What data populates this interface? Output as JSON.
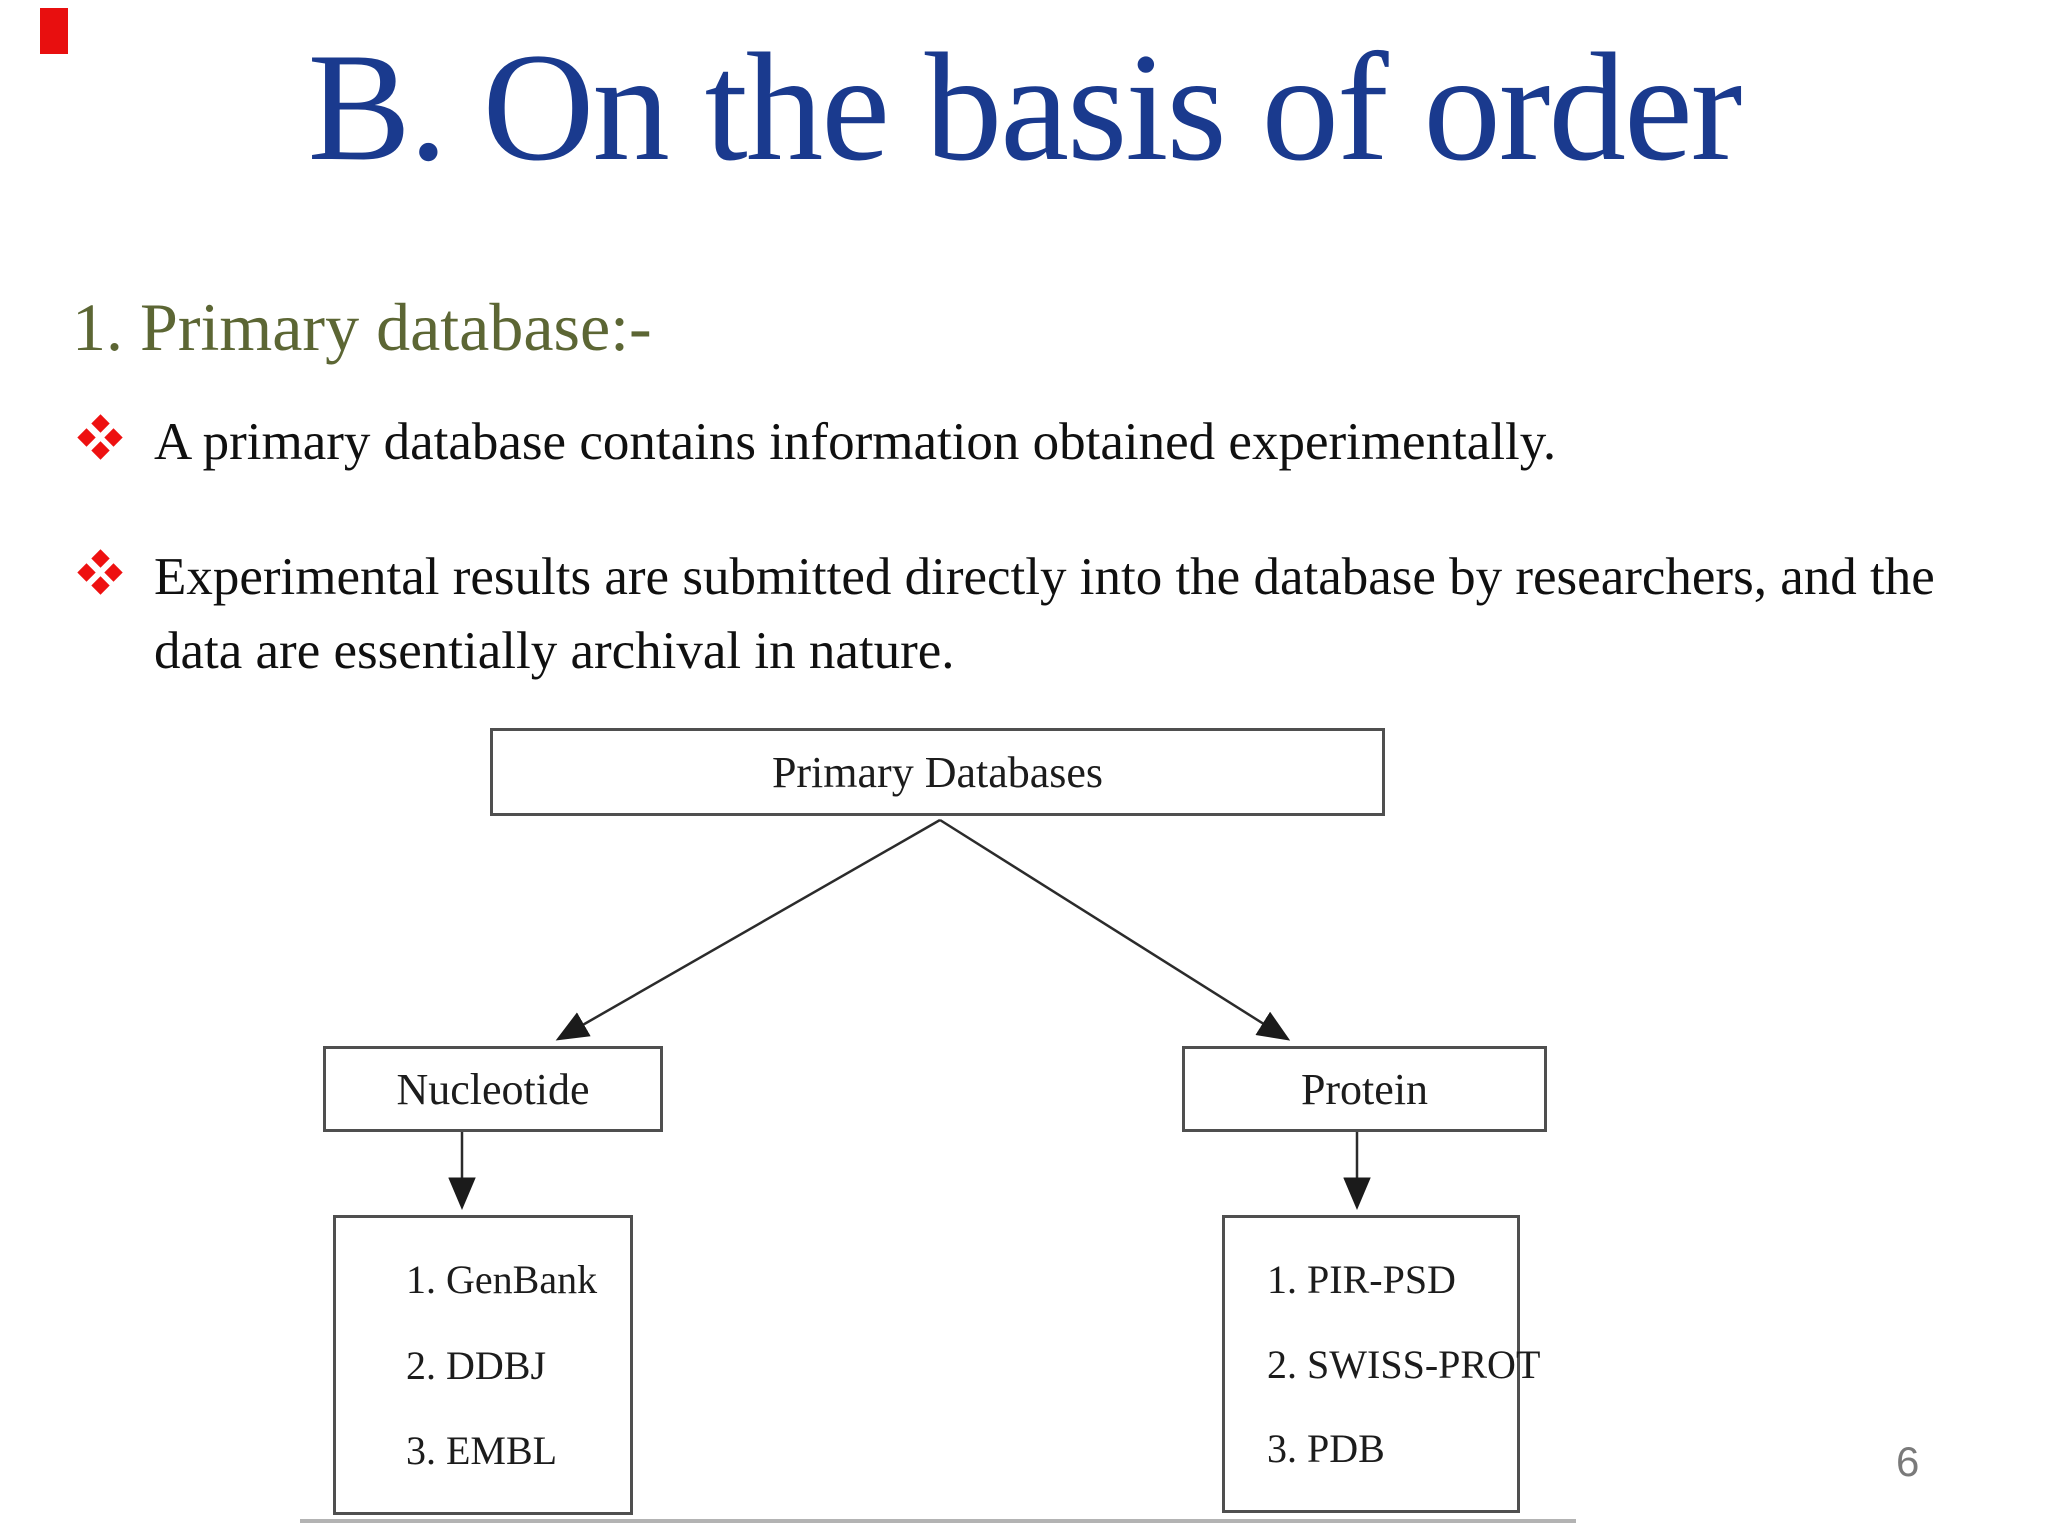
{
  "slide": {
    "title": "B. On the basis of order",
    "page_number": "6"
  },
  "section": {
    "heading": "1. Primary database:-",
    "bullets": [
      "A primary database contains information obtained experimentally.",
      "Experimental results are submitted directly into the database by researchers, and the data are essentially archival in nature."
    ]
  },
  "diagram": {
    "root_label": "Primary Databases",
    "branches": [
      {
        "label": "Nucleotide",
        "items": [
          "1. GenBank",
          "2. DDBJ",
          "3. EMBL"
        ]
      },
      {
        "label": "Protein",
        "items": [
          "1. PIR-PSD",
          "2. SWISS-PROT",
          "3. PDB"
        ]
      }
    ]
  },
  "colors": {
    "title_text": "#1a3a8e",
    "heading_text": "#5c6634",
    "bullet_marker": "#ee1111",
    "body_text": "#101010",
    "box_border": "#4f4f4f",
    "connector": "#2b2b2b",
    "bottom_rule": "#b3b3b3",
    "accent_bar": "#e80f0f",
    "page_number": "#7a7a7a"
  }
}
